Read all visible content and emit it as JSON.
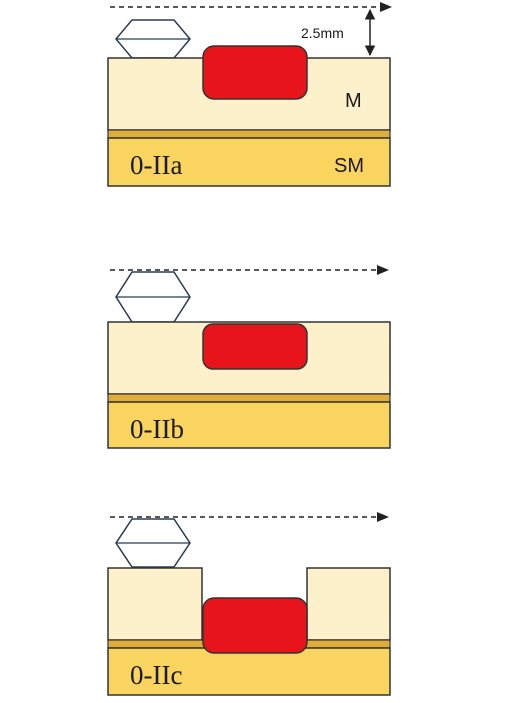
{
  "colors": {
    "mucosa": "#fdf1cc",
    "muscularis_mucosae": "#e0ad38",
    "submucosa": "#f9d45e",
    "lesion": "#e8141c",
    "probe_outline": "#2b3a55"
  },
  "icons": [
    "hexagonal-probe-icon",
    "dashed-arrow-icon",
    "double-arrow-icon"
  ],
  "panels": [
    {
      "label": "0-IIa",
      "mucosa_label": "M",
      "submucosa_label": "SM",
      "depth_label": "2.5mm"
    },
    {
      "label": "0-IIb"
    },
    {
      "label": "0-IIc"
    }
  ]
}
